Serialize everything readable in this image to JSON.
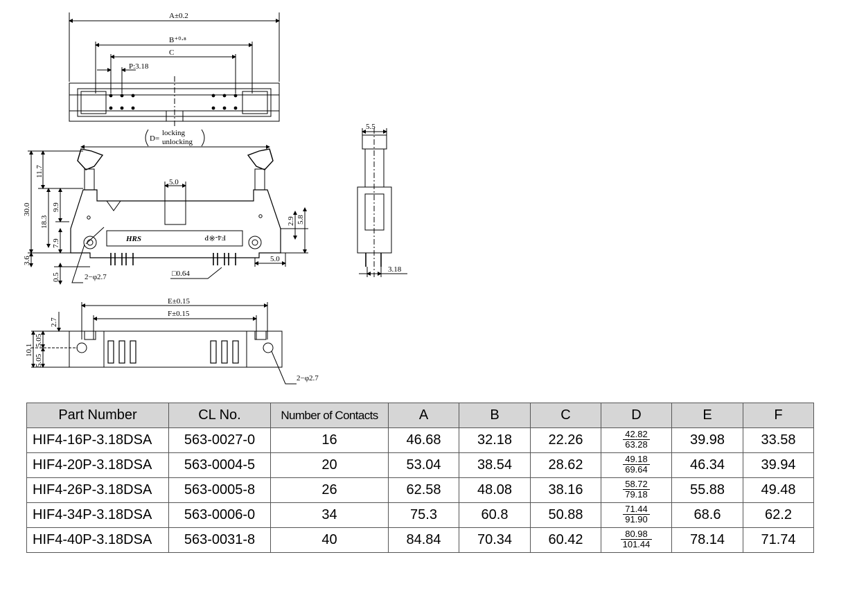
{
  "drawing": {
    "top_view": {
      "dim_a": "A±0.2",
      "dim_b": "B⁺⁰⋅⁸",
      "dim_c": "C",
      "dim_p": "P:3.18",
      "d_prefix": "D=",
      "d_locking": "locking",
      "d_unlocking": "unlocking"
    },
    "front_view": {
      "dim_30_0": "30.0",
      "dim_11_7": "11.7",
      "dim_18_3": "18.3",
      "dim_9_9": "9.9",
      "dim_7_9": "7.9",
      "dim_3_6": "3.6",
      "dim_0_5": "0.5",
      "dim_5_0_top": "5.0",
      "dim_2_9": "2.9",
      "dim_5_8": "5.8",
      "dim_5_0_right": "5.0",
      "dim_0_64": "□0.64",
      "hole_note": "2−φ2.7",
      "marking": "F4-※P",
      "brand": "HRS"
    },
    "side_view": {
      "dim_5_5": "5.5",
      "dim_3_18": "3.18"
    },
    "bottom_view": {
      "dim_e": "E±0.15",
      "dim_f": "F±0.15",
      "dim_2_7": "2.7",
      "dim_10_1": "10.1",
      "dim_5_05a": "5.05",
      "dim_5_05b": "5.05",
      "hole_note": "2−φ2.7"
    }
  },
  "table": {
    "headers": [
      "Part Number",
      "CL No.",
      "Number of Contacts",
      "A",
      "B",
      "C",
      "D",
      "E",
      "F"
    ],
    "rows": [
      {
        "part": "HIF4-16P-3.18DSA",
        "cl": "563-0027-0",
        "contacts": "16",
        "a": "46.68",
        "b": "32.18",
        "c": "22.26",
        "d_locking": "42.82",
        "d_unlocking": "63.28",
        "e": "39.98",
        "f": "33.58"
      },
      {
        "part": "HIF4-20P-3.18DSA",
        "cl": "563-0004-5",
        "contacts": "20",
        "a": "53.04",
        "b": "38.54",
        "c": "28.62",
        "d_locking": "49.18",
        "d_unlocking": "69.64",
        "e": "46.34",
        "f": "39.94"
      },
      {
        "part": "HIF4-26P-3.18DSA",
        "cl": "563-0005-8",
        "contacts": "26",
        "a": "62.58",
        "b": "48.08",
        "c": "38.16",
        "d_locking": "58.72",
        "d_unlocking": "79.18",
        "e": "55.88",
        "f": "49.48"
      },
      {
        "part": "HIF4-34P-3.18DSA",
        "cl": "563-0006-0",
        "contacts": "34",
        "a": "75.3",
        "b": "60.8",
        "c": "50.88",
        "d_locking": "71.44",
        "d_unlocking": "91.90",
        "e": "68.6",
        "f": "62.2"
      },
      {
        "part": "HIF4-40P-3.18DSA",
        "cl": "563-0031-8",
        "contacts": "40",
        "a": "84.84",
        "b": "70.34",
        "c": "60.42",
        "d_locking": "80.98",
        "d_unlocking": "101.44",
        "e": "78.14",
        "f": "71.74"
      }
    ]
  }
}
